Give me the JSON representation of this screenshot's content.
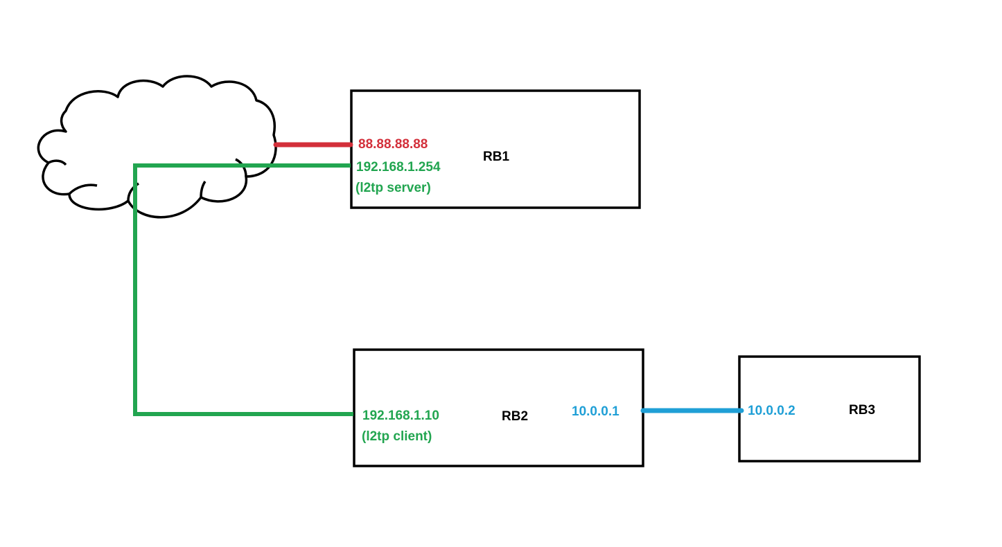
{
  "colors": {
    "wan": "#d32f3a",
    "l2tp": "#22a550",
    "lan": "#1f9fd6",
    "outline": "#000000",
    "background": "#ffffff"
  },
  "cloud": {
    "icon": "cloud-icon"
  },
  "devices": {
    "rb1": {
      "name": "RB1",
      "wan_ip": "88.88.88.88",
      "l2tp_ip": "192.168.1.254",
      "role": "(l2tp server)"
    },
    "rb2": {
      "name": "RB2",
      "l2tp_ip": "192.168.1.10",
      "role": "(l2tp client)",
      "lan_ip": "10.0.0.1"
    },
    "rb3": {
      "name": "RB3",
      "lan_ip": "10.0.0.2"
    }
  }
}
